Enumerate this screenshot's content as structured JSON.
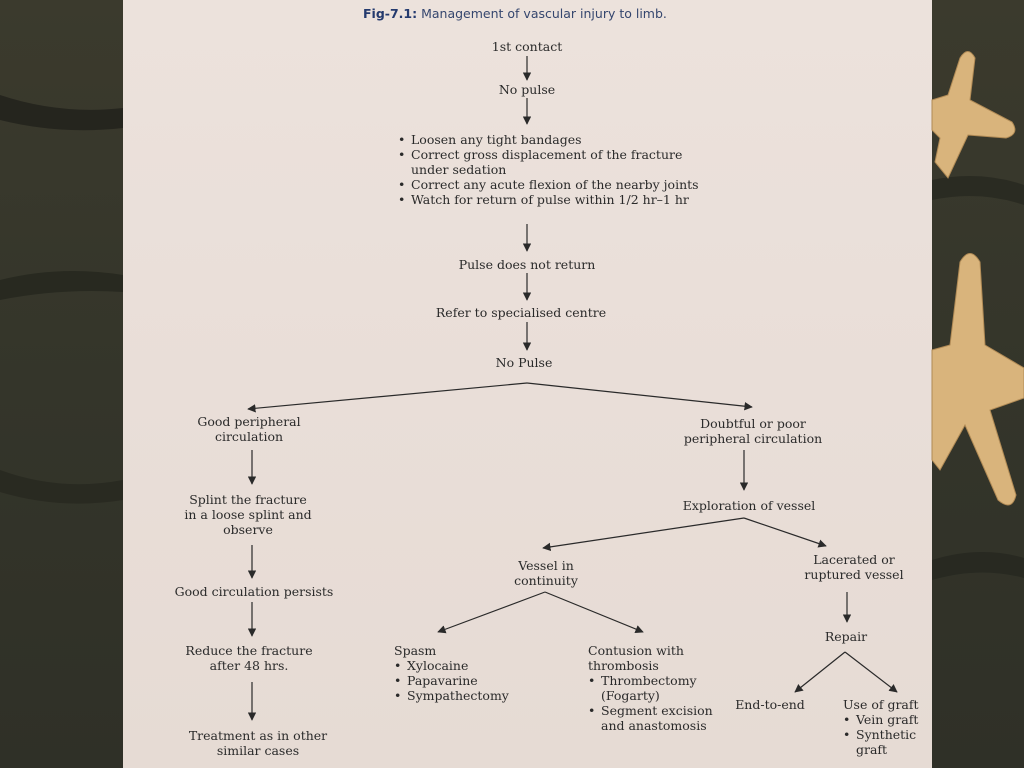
{
  "figure": {
    "label": "Fig-7.1:",
    "caption": "Management of vascular injury to limb."
  },
  "nodes": {
    "first_contact": "1st contact",
    "no_pulse_1": "No pulse",
    "initial_steps": [
      "Loosen any tight bandages",
      "Correct gross displacement of the fracture\nunder sedation",
      "Correct any acute flexion of the nearby joints",
      "Watch for return of pulse within 1/2 hr–1 hr"
    ],
    "pulse_not_return": "Pulse does not return",
    "refer": "Refer to specialised centre",
    "no_pulse_2": "No Pulse",
    "good_circulation": "Good peripheral\ncirculation",
    "doubtful_circulation": "Doubtful or poor\nperipheral circulation",
    "splint": "Splint the fracture\nin a loose splint and\nobserve",
    "good_persists": "Good circulation persists",
    "reduce": "Reduce the fracture\nafter 48 hrs.",
    "treatment": "Treatment as in other\nsimilar cases",
    "exploration": "Exploration of vessel",
    "vessel_continuity": "Vessel in\ncontinuity",
    "lacerated": "Lacerated or\nruptured vessel",
    "spasm": {
      "title": "Spasm",
      "items": [
        "Xylocaine",
        "Papavarine",
        "Sympathectomy"
      ]
    },
    "contusion": {
      "title": "Contusion with\nthrombosis",
      "items": [
        "Thrombectomy\n(Fogarty)",
        "Segment excision\nand anastomosis"
      ]
    },
    "repair": "Repair",
    "end_to_end": "End-to-end",
    "graft": {
      "title": "Use of graft",
      "items": [
        "Vein graft",
        "Synthetic\ngraft"
      ]
    }
  },
  "bullet_char": "•",
  "colors": {
    "paper": "#e9ded8",
    "text": "#2a2a2a",
    "title": "#35466e",
    "sand": "#3a3a2c",
    "starfish": "#d9b47c"
  }
}
